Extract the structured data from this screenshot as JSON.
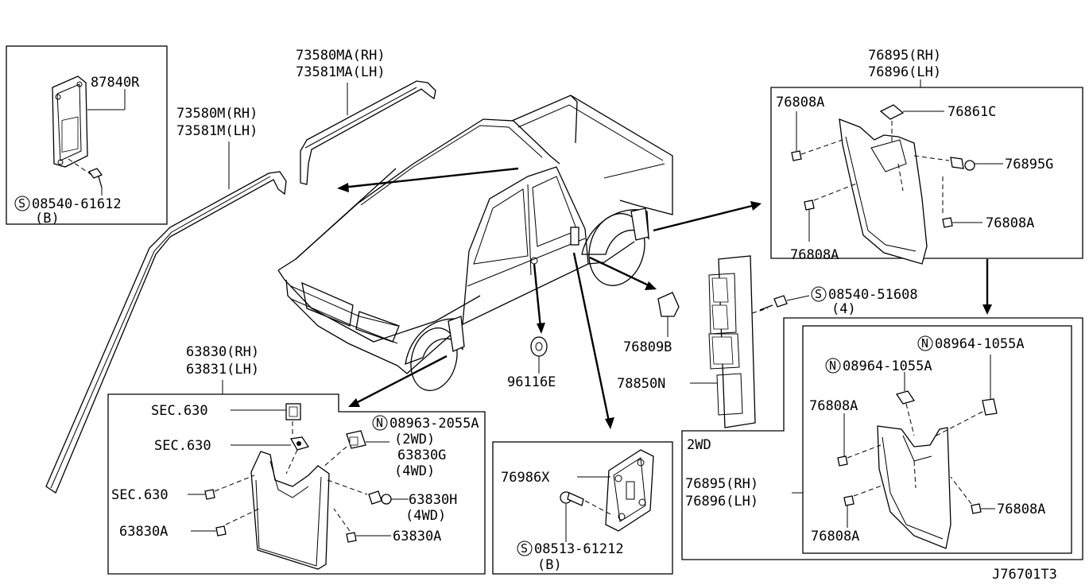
{
  "diagram_id": "J76701T3",
  "labels": {
    "p87840r": "87840R",
    "p08540_61612": "08540-61612",
    "p08540_61612_qty": "(B)",
    "p73580ma": "73580MA(RH)",
    "p73581ma": "73581MA(LH)",
    "p73580m": "73580M(RH)",
    "p73581m": "73581M(LH)",
    "p76895_top": "76895(RH)",
    "p76896_top": "76896(LH)",
    "p76808a_1": "76808A",
    "p76861c": "76861C",
    "p76895g": "76895G",
    "p76808a_2": "76808A",
    "p76808a_3": "76808A",
    "p08540_51608": "08540-51608",
    "p08540_51608_qty": "(4)",
    "p76809b": "76809B",
    "p96116e": "96116E",
    "p78850n": "78850N",
    "p63830": "63830(RH)",
    "p63831": "63831(LH)",
    "sec630_1": "SEC.630",
    "sec630_2": "SEC.630",
    "sec630_3": "SEC.630",
    "p08963_2055a": "08963-2055A",
    "p2wd": "(2WD)",
    "p63830g": "63830G",
    "p4wd_1": "(4WD)",
    "p63830h": "63830H",
    "p4wd_2": "(4WD)",
    "p63830a_1": "63830A",
    "p63830a_2": "63830A",
    "p76986x": "76986X",
    "p08513_61212": "08513-61212",
    "p08513_61212_qty": "(B)",
    "box_2wd": "2WD",
    "p08964_1055a_1": "08964-1055A",
    "p08964_1055a_2": "08964-1055A",
    "p76808a_4": "76808A",
    "p76895_bot": "76895(RH)",
    "p76896_bot": "76896(LH)",
    "p76808a_5": "76808A",
    "p76808a_6": "76808A"
  },
  "symbols": {
    "screw_mark": "S",
    "nut_mark": "N"
  }
}
